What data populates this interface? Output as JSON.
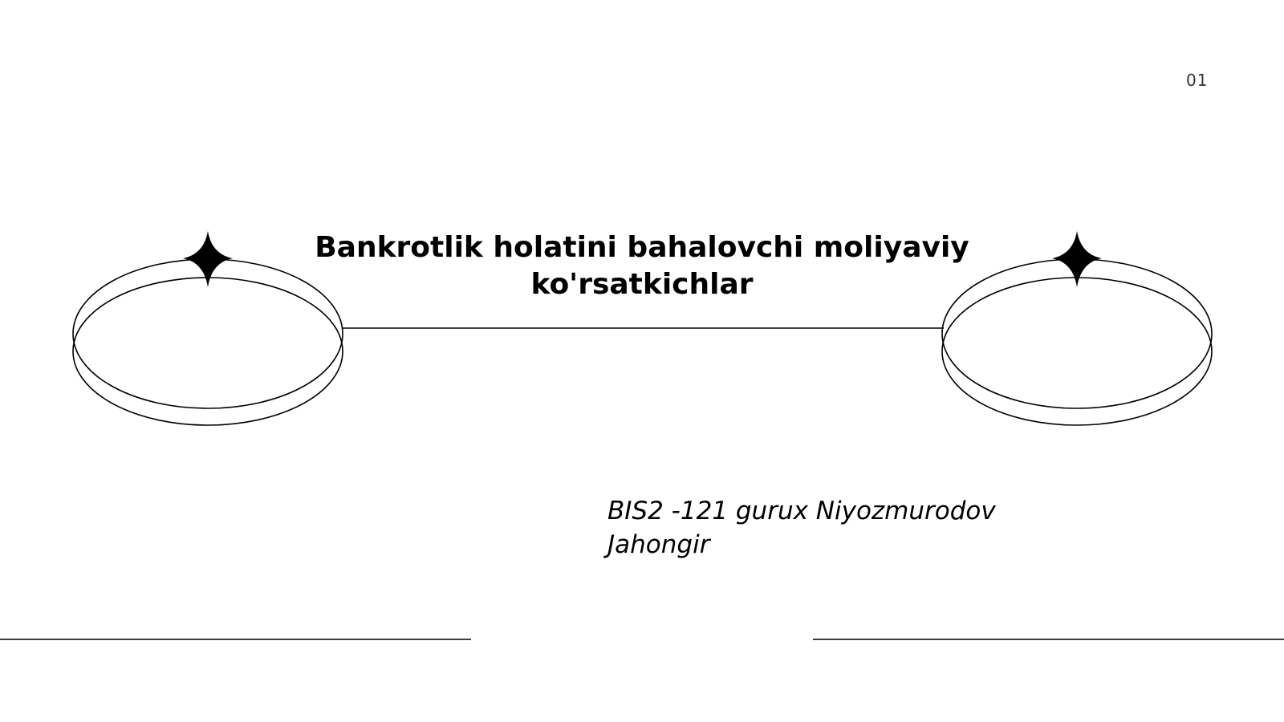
{
  "slide": {
    "page_number": "01",
    "title": "Bankrotlik holatini bahalovchi moliyaviy ko'rsatkichlar",
    "subtitle": "BIS2 -121 gurux Niyozmurodov Jahongir"
  },
  "decor": {
    "left_ornament_icon": "ring-with-star-icon",
    "right_ornament_icon": "ring-with-star-icon",
    "line_color": "#000000"
  }
}
